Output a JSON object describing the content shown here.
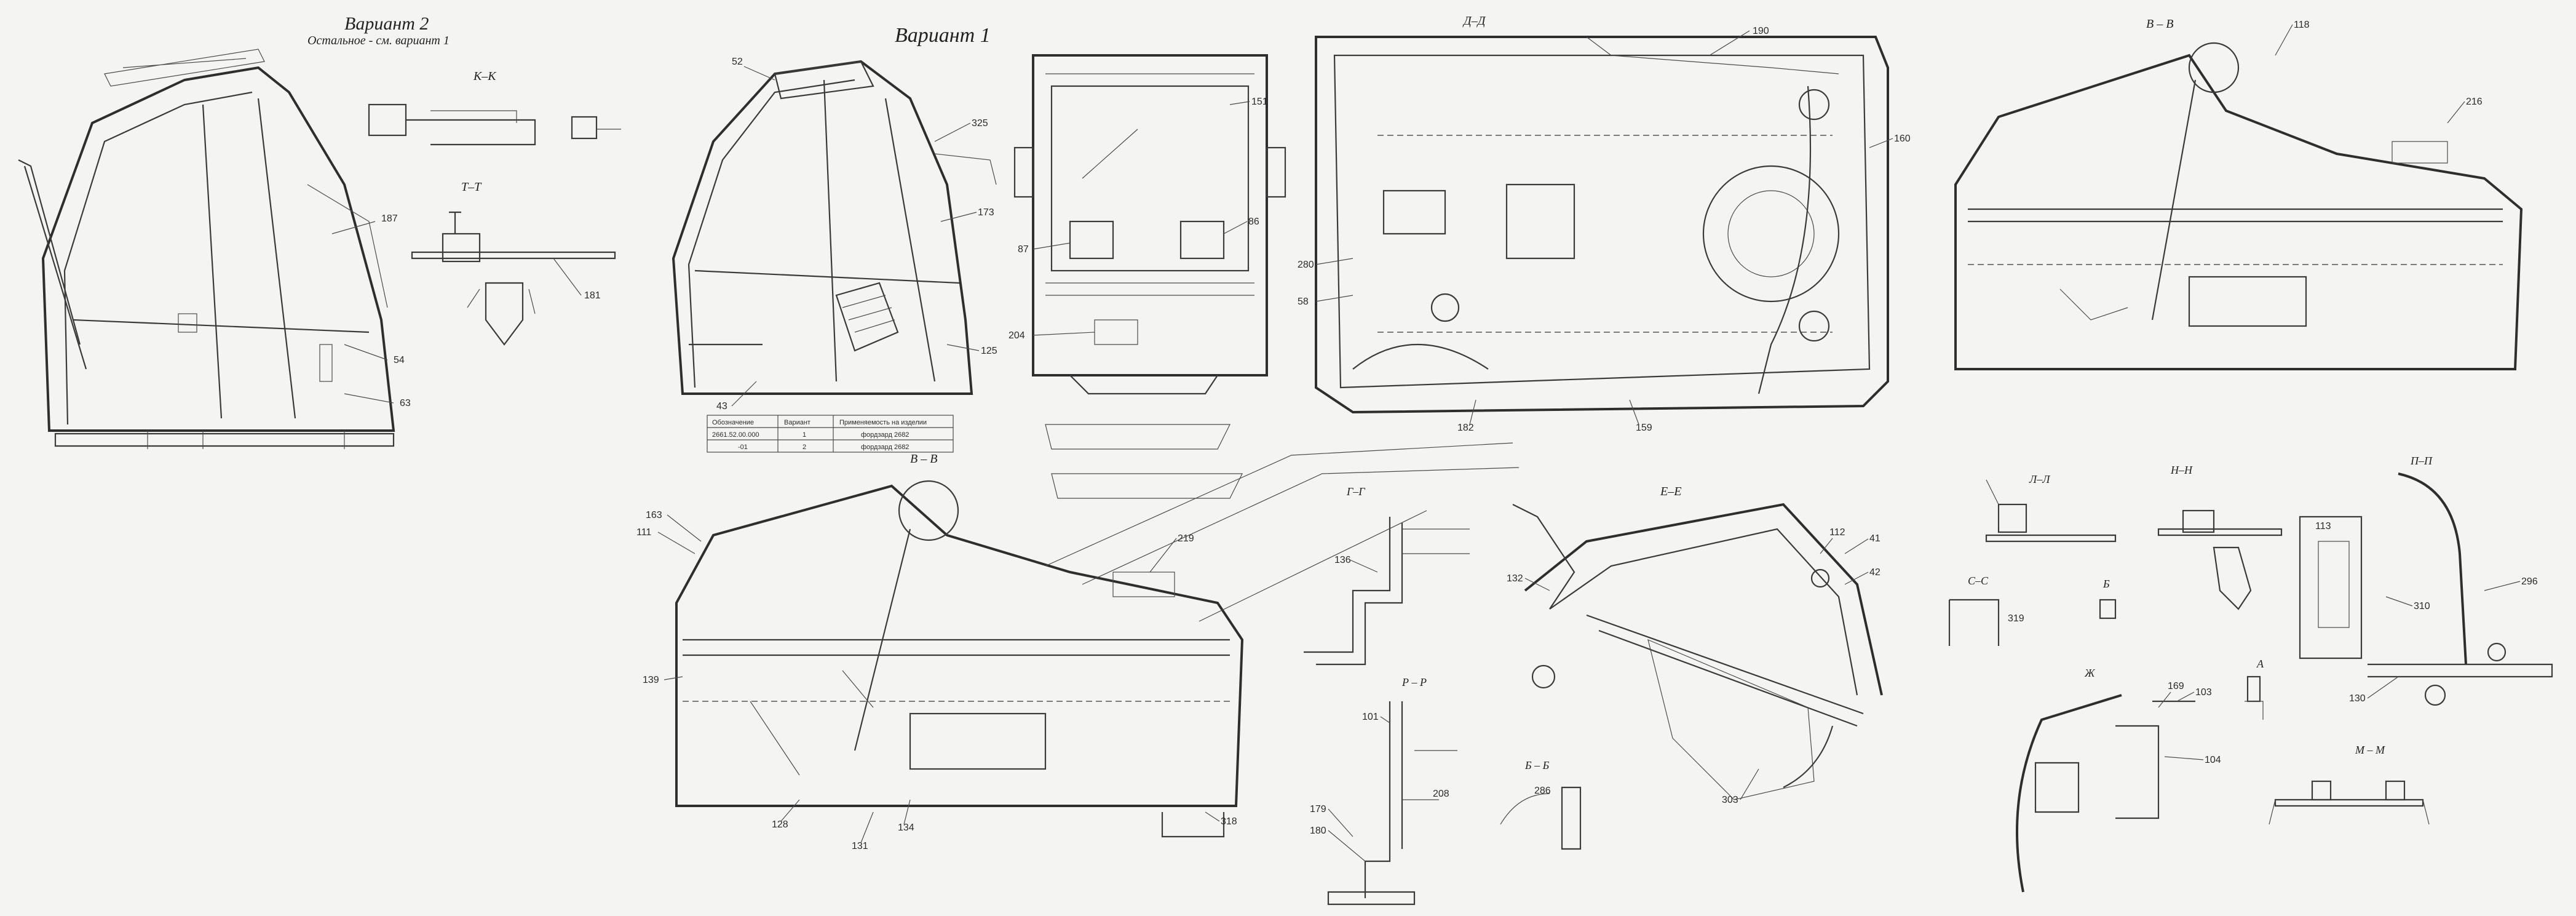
{
  "drawing": {
    "variant2_title": "Вариант 2",
    "variant2_note": "Остальное - см. вариант 1",
    "variant1_title": "Вариант 1",
    "view_labels": {
      "kk": "К–К",
      "tt": "Т–Т",
      "dd": "Д–Д",
      "vv_top": "В – В",
      "vv_mid": "В – В",
      "gg": "Г–Г",
      "ee": "Е–Е",
      "rr": "Р – Р",
      "bb": "Б – Б",
      "ll": "Л–Л",
      "nn": "Н–Н",
      "pp": "П–П",
      "ss": "С–С",
      "b": "Б",
      "zh": "Ж",
      "a": "А",
      "mm": "М – М"
    },
    "leaders": {
      "l187": "187",
      "l54": "54",
      "l63": "63",
      "l181": "181",
      "l52": "52",
      "l43": "43",
      "l325": "325",
      "l173": "173",
      "l125": "125",
      "l86": "86",
      "l87": "87",
      "l151": "151",
      "l204": "204",
      "l190": "190",
      "l160": "160",
      "l280": "280",
      "l58": "58",
      "l182": "182",
      "l159": "159",
      "l118": "118",
      "l219": "219",
      "l216": "216",
      "l111": "111",
      "l163": "163",
      "l139": "139",
      "l128": "128",
      "l131": "131",
      "l134": "134",
      "l318": "318",
      "l208": "208",
      "l179": "179",
      "l180": "180",
      "l101": "101",
      "l136": "136",
      "l132": "132",
      "l286": "286",
      "l41": "41",
      "l42": "42",
      "l112": "112",
      "l303": "303",
      "l319": "319",
      "l113": "113",
      "l296": "296",
      "l310": "310",
      "l130": "130",
      "l104": "104",
      "l103": "103",
      "l169": "169"
    },
    "table": {
      "header": [
        "Обозначение",
        "Вариант",
        "Применяемость на изделии"
      ],
      "rows": [
        [
          "2661.52.00.000",
          "1",
          "фордзард 2682"
        ],
        [
          "-01",
          "2",
          "фордзард 2682"
        ]
      ]
    }
  }
}
